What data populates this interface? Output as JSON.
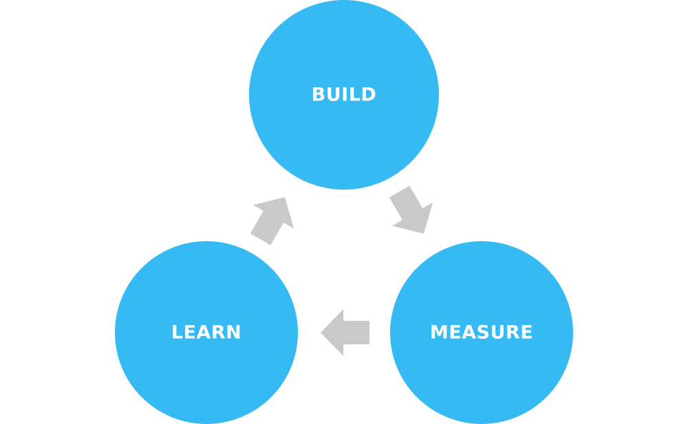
{
  "diagram": {
    "colors": {
      "node": "#36BAF3",
      "arrow": "#C9C9C9",
      "label": "#FFFFFF"
    },
    "nodes": [
      {
        "id": "build",
        "label": "BUILD"
      },
      {
        "id": "measure",
        "label": "MEASURE"
      },
      {
        "id": "learn",
        "label": "LEARN"
      }
    ],
    "edges": [
      {
        "from": "build",
        "to": "measure",
        "icon": "arrow-icon"
      },
      {
        "from": "measure",
        "to": "learn",
        "icon": "arrow-icon"
      },
      {
        "from": "learn",
        "to": "build",
        "icon": "arrow-icon"
      }
    ]
  }
}
